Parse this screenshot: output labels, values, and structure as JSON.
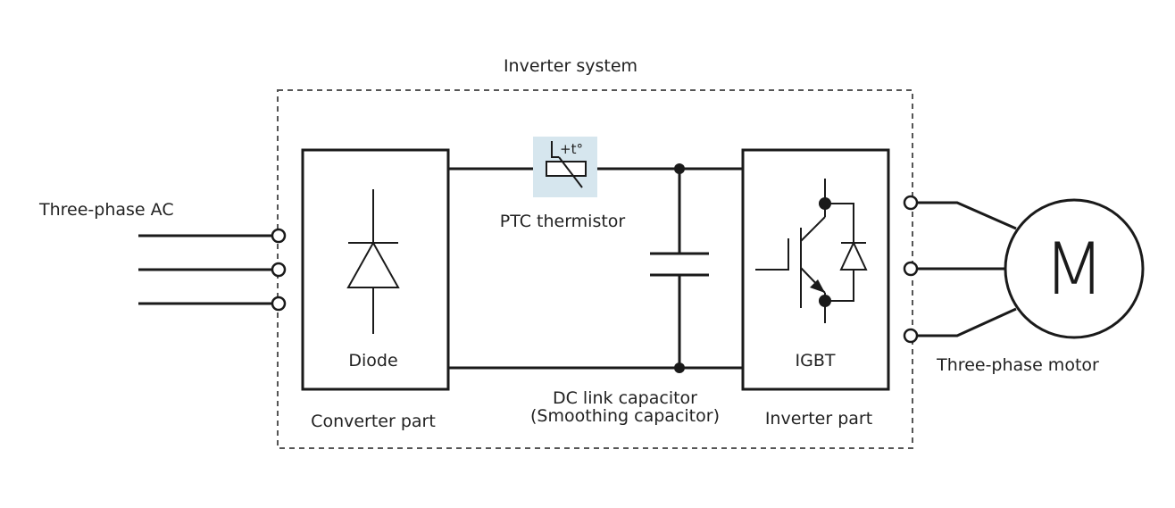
{
  "labels": {
    "system": "Inverter system",
    "ac_input": "Three-phase AC",
    "thermistor": "PTC thermistor",
    "thermistor_symbol": "+t°",
    "diode": "Diode",
    "converter": "Converter part",
    "capacitor_line1": "DC link capacitor",
    "capacitor_line2": "(Smoothing capacitor)",
    "igbt": "IGBT",
    "inverter": "Inverter part",
    "motor": "Three-phase motor",
    "motor_symbol": "M"
  },
  "colors": {
    "line": "#1a1a1a",
    "boundary": "#555555",
    "thermistor_highlight": "#d6e6ee"
  }
}
